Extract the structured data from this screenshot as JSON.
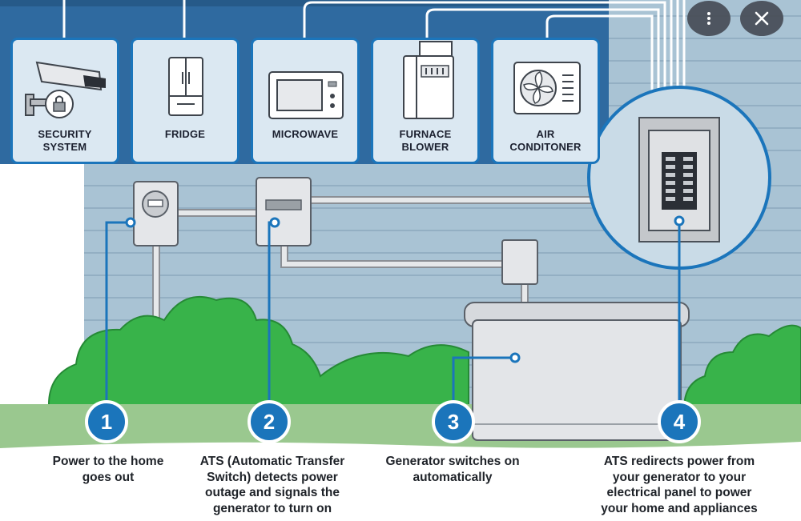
{
  "appliances": [
    {
      "label": "SECURITY\nSYSTEM",
      "icon": "security-camera-icon"
    },
    {
      "label": "FRIDGE",
      "icon": "fridge-icon"
    },
    {
      "label": "MICROWAVE",
      "icon": "microwave-icon"
    },
    {
      "label": "FURNACE\nBLOWER",
      "icon": "furnace-icon"
    },
    {
      "label": "AIR\nCONDITONER",
      "icon": "air-conditioner-icon"
    }
  ],
  "steps": [
    {
      "number": "1",
      "text": "Power to the home\ngoes out"
    },
    {
      "number": "2",
      "text": "ATS (Automatic Transfer\nSwitch) detects power\noutage and signals the\ngenerator to turn on"
    },
    {
      "number": "3",
      "text": "Generator switches on\nautomatically"
    },
    {
      "number": "4",
      "text": "ATS redirects power from\nyour generator to your\nelectrical panel to power\nyour home and appliances"
    }
  ],
  "controls": {
    "more_icon": "more-vertical-icon",
    "close_icon": "close-icon"
  },
  "colors": {
    "accent_blue": "#1b75bb",
    "siding": "#a9c3d4",
    "grass": "#9ac88f",
    "bush": "#38b34a"
  }
}
